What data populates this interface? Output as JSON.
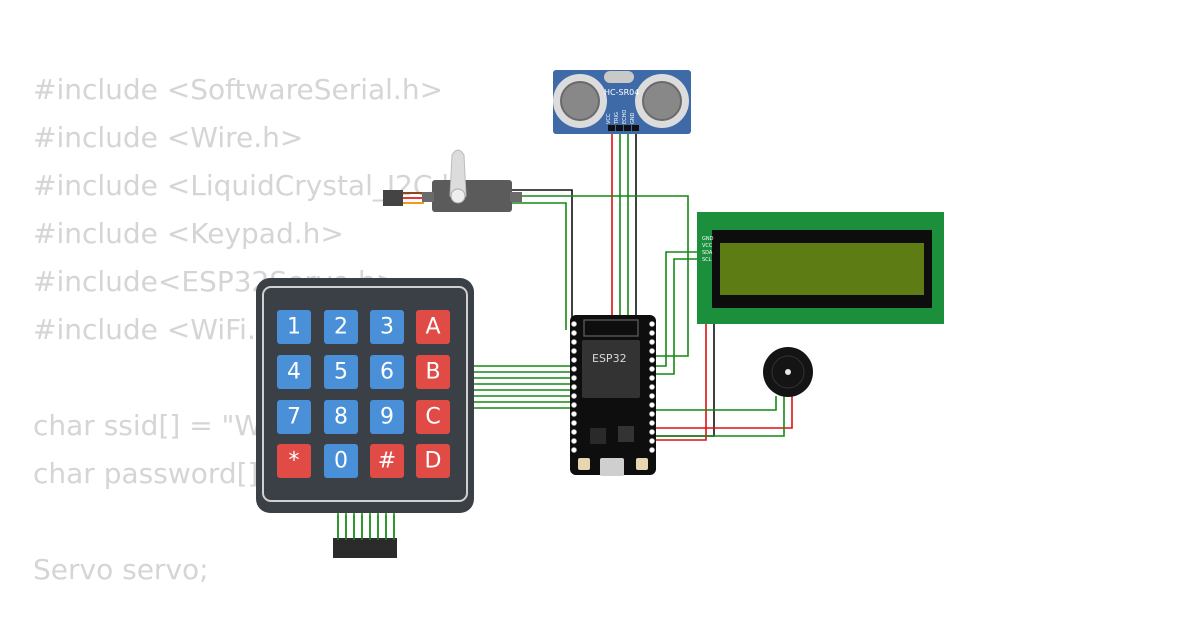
{
  "code_lines": [
    "#include <SoftwareSerial.h>",
    "#include <Wire.h>",
    "#include <LiquidCrystal_I2C.h>",
    "#include <Keypad.h>",
    "#include<ESP32Servo.h>",
    "#include <WiFi.h>",
    "",
    "char ssid[] = \"Wokwi-GUEST\";",
    "char password[] = \"\";",
    "",
    "Servo servo;"
  ],
  "keypad": {
    "keys": [
      [
        "1",
        "2",
        "3",
        "A"
      ],
      [
        "4",
        "5",
        "6",
        "B"
      ],
      [
        "7",
        "8",
        "9",
        "C"
      ],
      [
        "*",
        "0",
        "#",
        "D"
      ]
    ],
    "colors": {
      "digit": "#4a90d9",
      "letter": "#e14b45",
      "symbol": "#e14b45"
    }
  },
  "ultrasonic": {
    "label": "HC-SR04",
    "pins": [
      "VCC",
      "TRIG",
      "ECHO",
      "GND"
    ]
  },
  "esp32": {
    "label": "ESP32"
  },
  "lcd": {
    "pins": [
      "GND",
      "VCC",
      "SDA",
      "SCL"
    ]
  },
  "wire_colors": {
    "signal": "#138a13",
    "power": "#dd1111",
    "ground": "#111111"
  }
}
